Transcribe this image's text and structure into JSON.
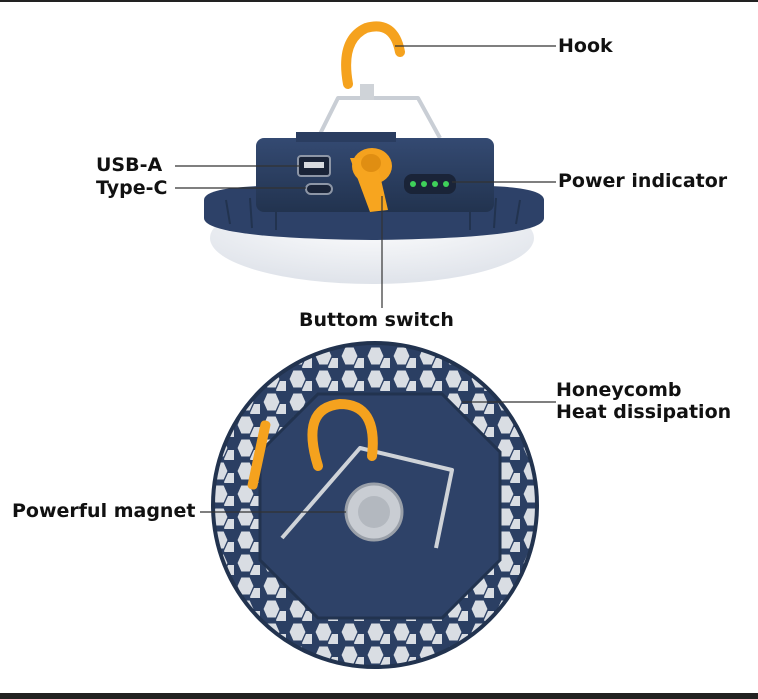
{
  "labels": {
    "hook": "Hook",
    "usb_a": "USB-A",
    "type_c": "Type-C",
    "power_indicator": "Power indicator",
    "button_switch": "Buttom switch",
    "honeycomb_line1": "Honeycomb",
    "honeycomb_line2": "Heat dissipation",
    "magnet": "Powerful magnet"
  },
  "colors": {
    "body_navy": "#2b3f63",
    "accent_orange": "#f5a21e",
    "indicator_green": "#3fd15a",
    "diffuser_white": "#f3f5f8",
    "metal": "#cfd3d8"
  }
}
